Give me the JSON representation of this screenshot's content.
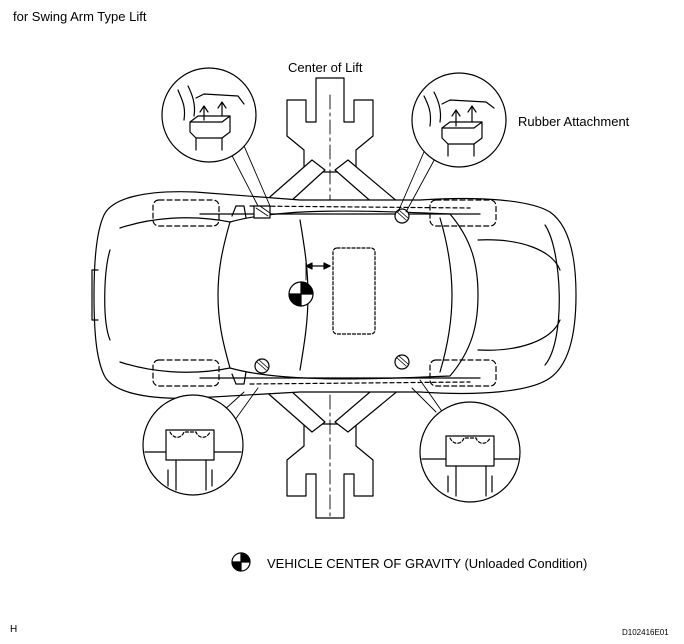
{
  "header": {
    "title": "for Swing Arm Type Lift"
  },
  "labels": {
    "center_of_lift": "Center of Lift",
    "rubber_attachment": "Rubber Attachment"
  },
  "legend": {
    "symbol": "cog-symbol-icon",
    "text": "VEHICLE CENTER OF GRAVITY (Unloaded Condition)"
  },
  "footer": {
    "corner_letter": "H",
    "illustration_code": "D102416E01"
  }
}
